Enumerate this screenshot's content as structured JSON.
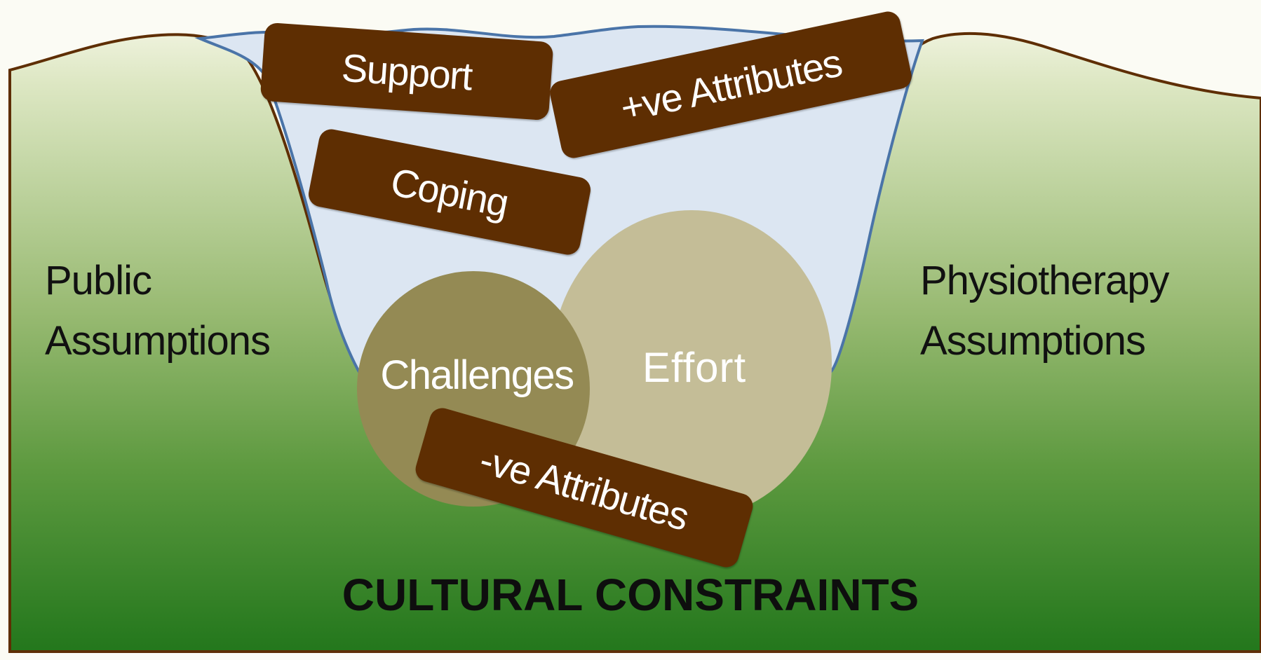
{
  "labels": {
    "left": [
      "Public",
      "Assumptions"
    ],
    "right": [
      "Physiotherapy",
      "Assumptions"
    ],
    "bottom": "CULTURAL CONSTRAINTS"
  },
  "tags": {
    "support": "Support",
    "positive_attributes": "+ve Attributes",
    "coping": "Coping",
    "negative_attributes": "-ve Attributes"
  },
  "circles": {
    "effort": "Effort",
    "challenges": "Challenges"
  },
  "colors": {
    "ground_top": "#dfe8c6",
    "ground_mid": "#8fb368",
    "ground_bottom": "#2e7d22",
    "outline_brown": "#5e2e02",
    "water": "#dce6f2",
    "water_outline": "#4a74a8",
    "tag_fill": "#5e2e02",
    "effort_fill": "#c4bd97",
    "challenges_fill": "#948a54"
  }
}
